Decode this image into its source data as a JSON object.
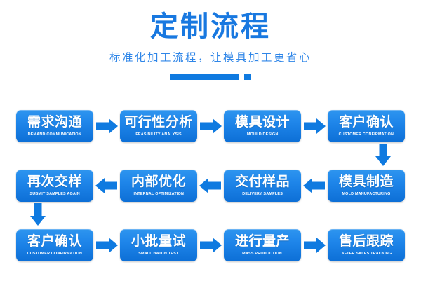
{
  "header": {
    "title": "定制流程",
    "subtitle": "标准化加工流程，让模具加工更省心",
    "accent_color": "#0f7ae0",
    "title_color": "#1878e0"
  },
  "flow": {
    "rows": [
      {
        "direction": "right",
        "nodes": [
          {
            "cn": "需求沟通",
            "en": "DEMAND COMMUNICATION"
          },
          {
            "cn": "可行性分析",
            "en": "FEASIBILITY ANALYSIS"
          },
          {
            "cn": "模具设计",
            "en": "MOULD DESIGN"
          },
          {
            "cn": "客户确认",
            "en": "CUSTOMER CONFIRMATION"
          }
        ]
      },
      {
        "direction": "left",
        "nodes": [
          {
            "cn": "再次交样",
            "en": "SUBMIT SAMPLES AGAIN"
          },
          {
            "cn": "内部优化",
            "en": "INTERNAL OPTIMIZATION"
          },
          {
            "cn": "交付样品",
            "en": "DELIVERY SAMPLES"
          },
          {
            "cn": "模具制造",
            "en": "MOLD MANUFACTURING"
          }
        ]
      },
      {
        "direction": "right",
        "nodes": [
          {
            "cn": "客户确认",
            "en": "CUSTOMER CONFIRMATION"
          },
          {
            "cn": "小批量试",
            "en": "SMALL BATCH TEST"
          },
          {
            "cn": "进行量产",
            "en": "MASS PRODUCTION"
          },
          {
            "cn": "售后跟踪",
            "en": "AFTER SALES TRACKING"
          }
        ]
      }
    ],
    "connectors": [
      {
        "name": "row1-to-row2-down-arrow",
        "side": "right"
      },
      {
        "name": "row2-to-row3-down-arrow",
        "side": "left"
      }
    ]
  }
}
